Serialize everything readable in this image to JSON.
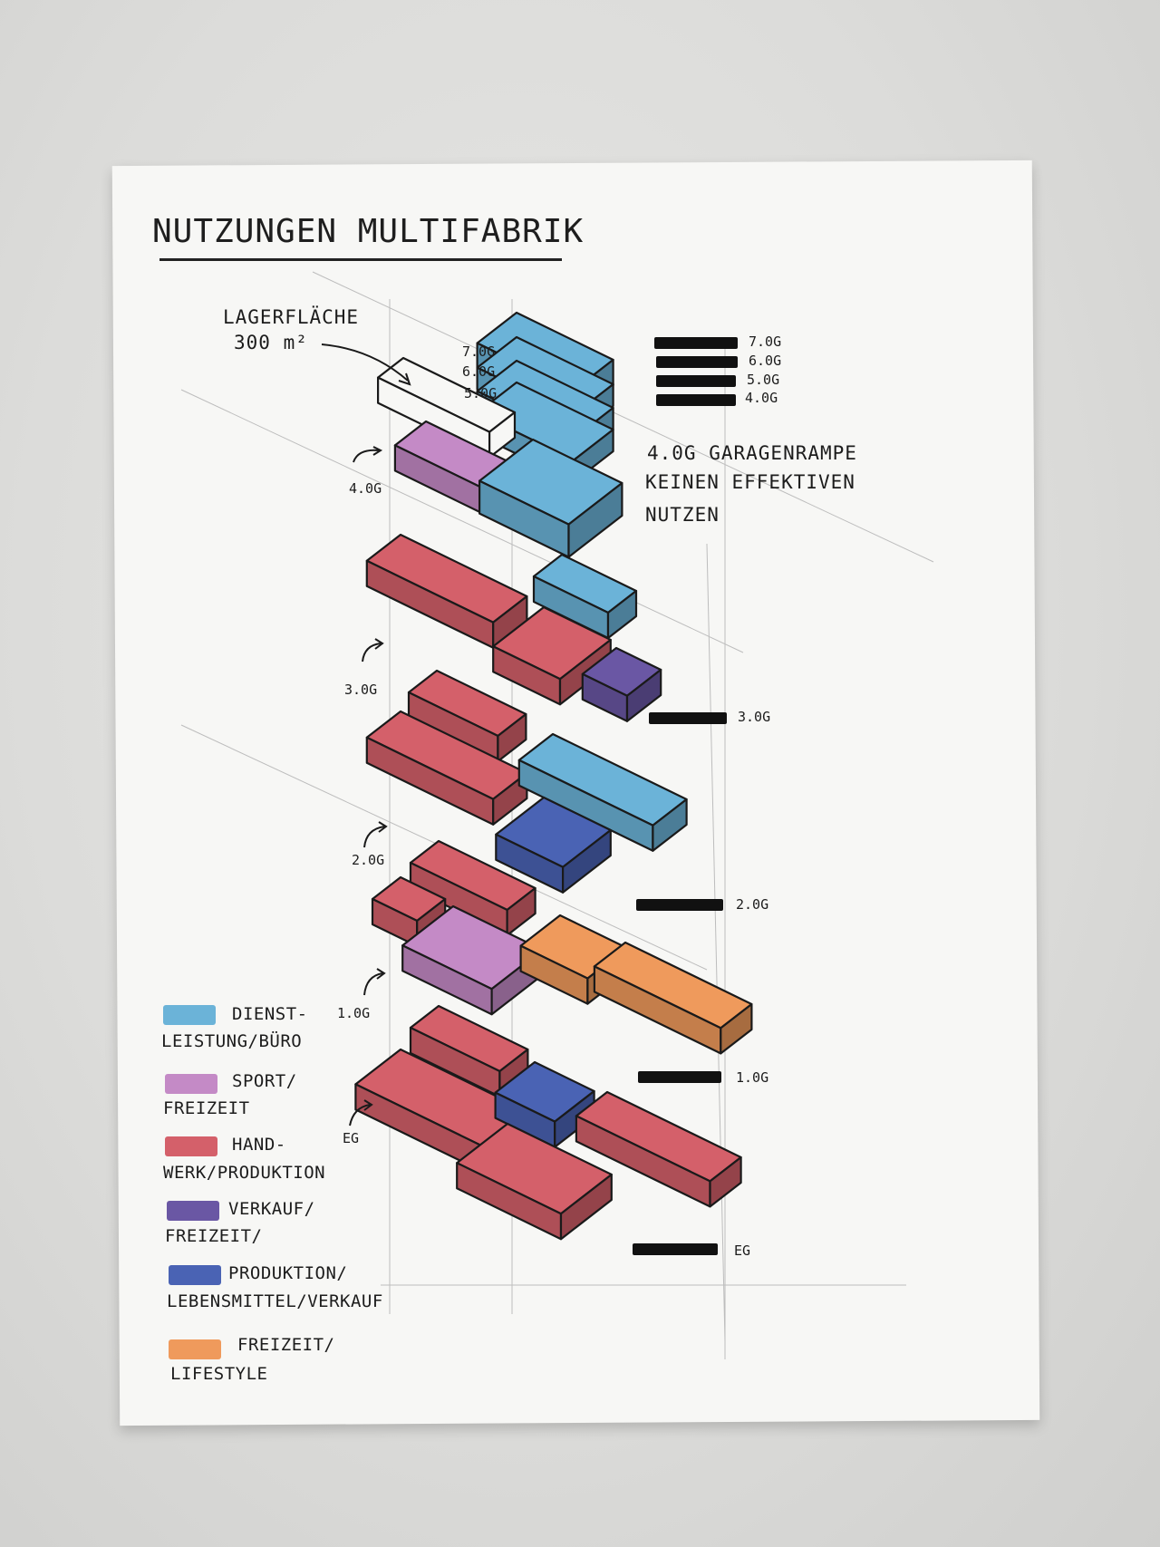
{
  "title": "NUTZUNGEN MULTIFABRIK",
  "colors": {
    "dienstleistung": "#6bb3d8",
    "sport": "#c48ac6",
    "handwerk": "#d4606a",
    "verkauf": "#6a57a4",
    "produktion": "#4a63b4",
    "lifestyle": "#ef9a5c",
    "ink": "#1a1a1a",
    "paper": "#f7f7f5"
  },
  "annotations": {
    "storage_line1": "LAGERFLÄCHE",
    "storage_line2": "300 m²",
    "garage_line1": "4.0G GARAGENRAMPE",
    "garage_line2": "KEINEN EFFEKTIVEN",
    "garage_line3": "NUTZEN"
  },
  "floor_labels_model": {
    "og7": "7.0G",
    "og6": "6.0G",
    "og5": "5.0G",
    "og4": "4.0G",
    "og3": "3.0G",
    "og2": "2.0G",
    "og1": "1.0G",
    "eg": "EG"
  },
  "floor_scale": [
    {
      "label": "7.0G"
    },
    {
      "label": "6.0G"
    },
    {
      "label": "5.0G"
    },
    {
      "label": "4.0G"
    },
    {
      "label": "3.0G"
    },
    {
      "label": "2.0G"
    },
    {
      "label": "1.0G"
    },
    {
      "label": "EG"
    }
  ],
  "legend": [
    {
      "line1": "DIENST-",
      "line2": "LEISTUNG/BÜRO",
      "color": "#6bb3d8"
    },
    {
      "line1": "SPORT/",
      "line2": "FREIZEIT",
      "color": "#c48ac6"
    },
    {
      "line1": "HAND-",
      "line2": "WERK/PRODUKTION",
      "color": "#d4606a"
    },
    {
      "line1": "VERKAUF/",
      "line2": "FREIZEIT/",
      "color": "#6a57a4"
    },
    {
      "line1": "PRODUKTION/",
      "line2": "LEBENSMITTEL/VERKAUF",
      "color": "#4a63b4"
    },
    {
      "line1": "FREIZEIT/",
      "line2": "LIFESTYLE",
      "color": "#ef9a5c"
    }
  ]
}
